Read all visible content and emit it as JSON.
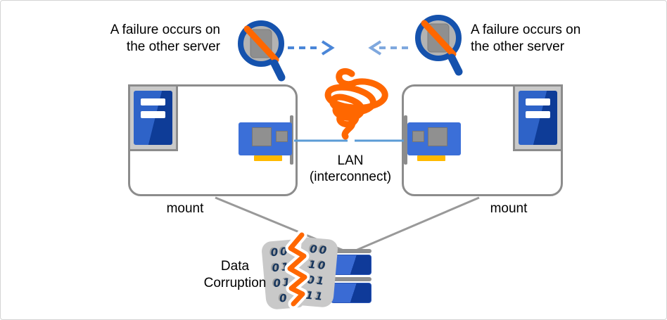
{
  "diagram": {
    "failure_left": {
      "line1": "A failure occurs on",
      "line2": "the other server"
    },
    "failure_right": {
      "line1": "A failure occurs on",
      "line2": "the other server"
    },
    "lan": {
      "line1": "LAN",
      "line2": "(interconnect)"
    },
    "mount_left": "mount",
    "mount_right": "mount",
    "corruption": {
      "line1": "Data",
      "line2": "Corruption",
      "binary_left": [
        "00",
        "01",
        "01",
        "0"
      ],
      "binary_right": [
        "00",
        "10",
        "01",
        "11"
      ]
    },
    "icons": {
      "magnifier_no_server": "magnifier-with-prohibited-server",
      "broken_connection_spiral": "orange-coil-broken-link",
      "dashed_arrows": "heartbeat-check-arrows",
      "server_tower": "server-tower",
      "nic_card": "network-interface-card",
      "shared_disk": "stacked-disk-storage",
      "torn_data": "binary-data-torn-by-crack"
    }
  },
  "colors": {
    "magnifier_blue": "#1552ad",
    "nic_blue": "#3b6fd8",
    "tower_blue": "#2e63c8",
    "tower_dark_blue": "#0e3c97",
    "disk_blue": "#3a6bd4",
    "disk_dark_blue": "#0f3a99",
    "lan_line_blue": "#5b9bd5",
    "arrow_blue": "#4a86d8",
    "arrow_light_blue": "#7fa8de",
    "orange": "#ff6700",
    "connector_yellow": "#ffb900",
    "box_border_gray": "#8c8c8c",
    "mount_line_gray": "#999999",
    "blob_gray": "#c9c9c9",
    "digit_navy": "#17365d",
    "page_border": "#d4d4d4"
  }
}
